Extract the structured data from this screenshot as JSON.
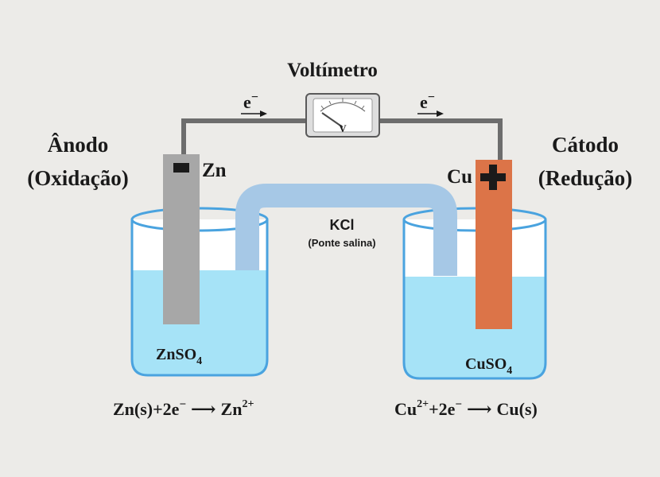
{
  "title": "Voltímetro",
  "voltmeter_symbol": "V",
  "electron_label": "e",
  "electron_charge": "−",
  "anode": {
    "title_line1": "Ânodo",
    "title_line2": "(Oxidação)",
    "electrode": "Zn",
    "sign": "−",
    "solution_base": "ZnSO",
    "solution_sub": "4",
    "equation_lhs": "Zn(s)+2e",
    "equation_charge": "−",
    "equation_arrow": "⟶",
    "equation_rhs": "Zn",
    "equation_rhs_sup": "2+"
  },
  "cathode": {
    "title_line1": "Cátodo",
    "title_line2": "(Redução)",
    "electrode": "Cu",
    "sign": "+",
    "solution_base": "CuSO",
    "solution_sub": "4",
    "equation_lhs": "Cu",
    "equation_lhs_sup": "2+",
    "equation_mid": "+2e",
    "equation_charge": "−",
    "equation_arrow": "⟶",
    "equation_rhs": "Cu(s)"
  },
  "salt_bridge": {
    "formula": "KCl",
    "caption": "(Ponte salina)"
  },
  "colors": {
    "background": "#ecebe8",
    "wire": "#6d6d6d",
    "solution": "#a6e3f7",
    "beaker_outline": "#4aa3df",
    "salt_bridge": "#a6c8e6",
    "zinc": "#a7a7a7",
    "copper": "#dc7448",
    "text": "#1a1a1a"
  }
}
